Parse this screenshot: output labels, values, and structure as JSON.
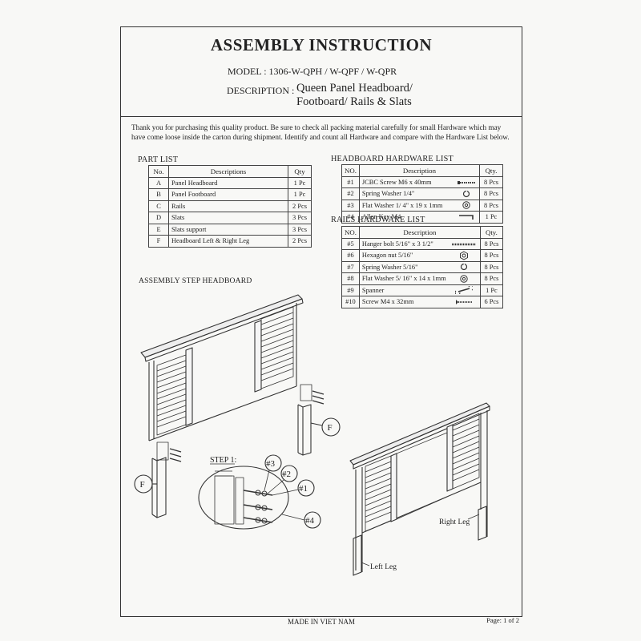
{
  "header": {
    "title": "ASSEMBLY INSTRUCTION",
    "model": "MODEL : 1306-W-QPH / W-QPF / W-QPR",
    "description_label": "DESCRIPTION :",
    "description_value": "Queen Panel Headboard/\nFootboard/ Rails & Slats"
  },
  "intro": "Thank you for purchasing this quality product. Be sure to check all packing material carefully for small Hardware which may have come loose inside the carton during shipment. Identify and count all Hardware and compare with the Hardware List below.",
  "part_list": {
    "title": "PART LIST",
    "headers": [
      "No.",
      "Descriptions",
      "Qty"
    ],
    "rows": [
      [
        "A",
        "Panel Headboard",
        "1 Pc"
      ],
      [
        "B",
        "Panel Footboard",
        "1 Pc"
      ],
      [
        "C",
        "Rails",
        "2 Pcs"
      ],
      [
        "D",
        "Slats",
        "3 Pcs"
      ],
      [
        "E",
        "Slats support",
        "3 Pcs"
      ],
      [
        "F",
        "Headboard Left & Right Leg",
        "2 Pcs"
      ]
    ]
  },
  "headboard_hardware": {
    "title": "HEADBOARD HARDWARE LIST",
    "headers": [
      "NO.",
      "Description",
      "Qty."
    ],
    "rows": [
      {
        "no": "#1",
        "desc": "JCBC Screw M6 x 40mm",
        "icon": "screw-icon",
        "qty": "8 Pcs"
      },
      {
        "no": "#2",
        "desc": "Spring Washer 1/4\"",
        "icon": "spring-washer-icon",
        "qty": "8 Pcs"
      },
      {
        "no": "#3",
        "desc": "Flat Washer 1/ 4\" x 19 x 1mm",
        "icon": "flat-washer-icon",
        "qty": "8 Pcs"
      },
      {
        "no": "#4",
        "desc": "Allen Key M4",
        "icon": "allen-key-icon",
        "qty": "1 Pc"
      }
    ]
  },
  "rails_hardware": {
    "title": "RAILS HARDWARE LIST",
    "headers": [
      "NO.",
      "Description",
      "Qty."
    ],
    "rows": [
      {
        "no": "#5",
        "desc": "Hanger bolt 5/16\" x 3 1/2\"",
        "icon": "hanger-bolt-icon",
        "qty": "8 Pcs"
      },
      {
        "no": "#6",
        "desc": "Hexagon nut 5/16\"",
        "icon": "hex-nut-icon",
        "qty": "8 Pcs"
      },
      {
        "no": "#7",
        "desc": "Spring Washer 5/16\"",
        "icon": "spring-washer-icon",
        "qty": "8 Pcs"
      },
      {
        "no": "#8",
        "desc": "Flat Washer 5/ 16\" x 14 x 1mm",
        "icon": "flat-washer-icon",
        "qty": "8 Pcs"
      },
      {
        "no": "#9",
        "desc": "Spanner",
        "icon": "spanner-icon",
        "qty": "1 Pc"
      },
      {
        "no": "#10",
        "desc": "Screw M4 x 32mm",
        "icon": "screw-icon",
        "qty": "6 Pcs"
      }
    ]
  },
  "assembly": {
    "title": "ASSEMBLY STEP HEADBOARD",
    "step_label": "STEP 1:",
    "callouts": [
      "#3",
      "#2",
      "#1",
      "#4"
    ],
    "leg_tag": "F",
    "right_leg": "Right Leg",
    "left_leg": "Left Leg"
  },
  "footer": {
    "made_in": "MADE IN VIET NAM",
    "page": "Page: 1 of 2"
  }
}
